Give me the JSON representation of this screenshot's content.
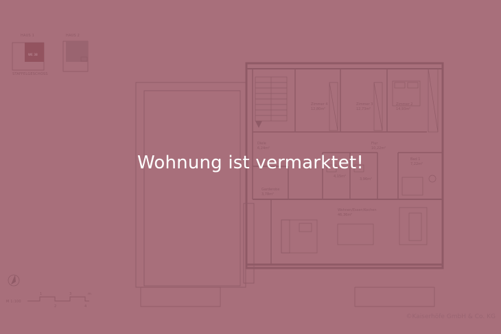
{
  "status_message": "Wohnung ist vermarktet!",
  "copyright": "©Kaiserhöfe GmbH & Co. KG",
  "key_plan": {
    "haus1": "HAUS 1",
    "haus2": "HAUS 2",
    "floor": "STAFFELGESCHOSS",
    "unit": "WE 38"
  },
  "scale_label": "M 1:100",
  "scale_ticks": [
    "1",
    "2",
    "3",
    "4",
    "m"
  ],
  "rooms": {
    "zimmer4": "Zimmer 4",
    "zimmer4_area": "12,80m²",
    "zimmer3": "Zimmer 3",
    "zimmer3_area": "12,73m²",
    "zimmer2": "Zimmer 2",
    "zimmer2_area": "14,93m²",
    "diele": "Diele",
    "diele_area": "6,24m²",
    "flur": "Flur",
    "flur_area": "10,22m²",
    "bad1": "Bad 1",
    "bad1_area": "7,22m²",
    "wc_area": "4,15m²",
    "abst_area": "3,96m²",
    "garderobe": "Garderobe",
    "garderobe_area": "3,78m²",
    "wohnen": "Wohnen/Essen/Kochen",
    "wohnen_area": "46,36m²"
  },
  "colors": {
    "overlay": "#a86f7b",
    "plan_line": "#8f5a66",
    "text": "#ffffff"
  }
}
